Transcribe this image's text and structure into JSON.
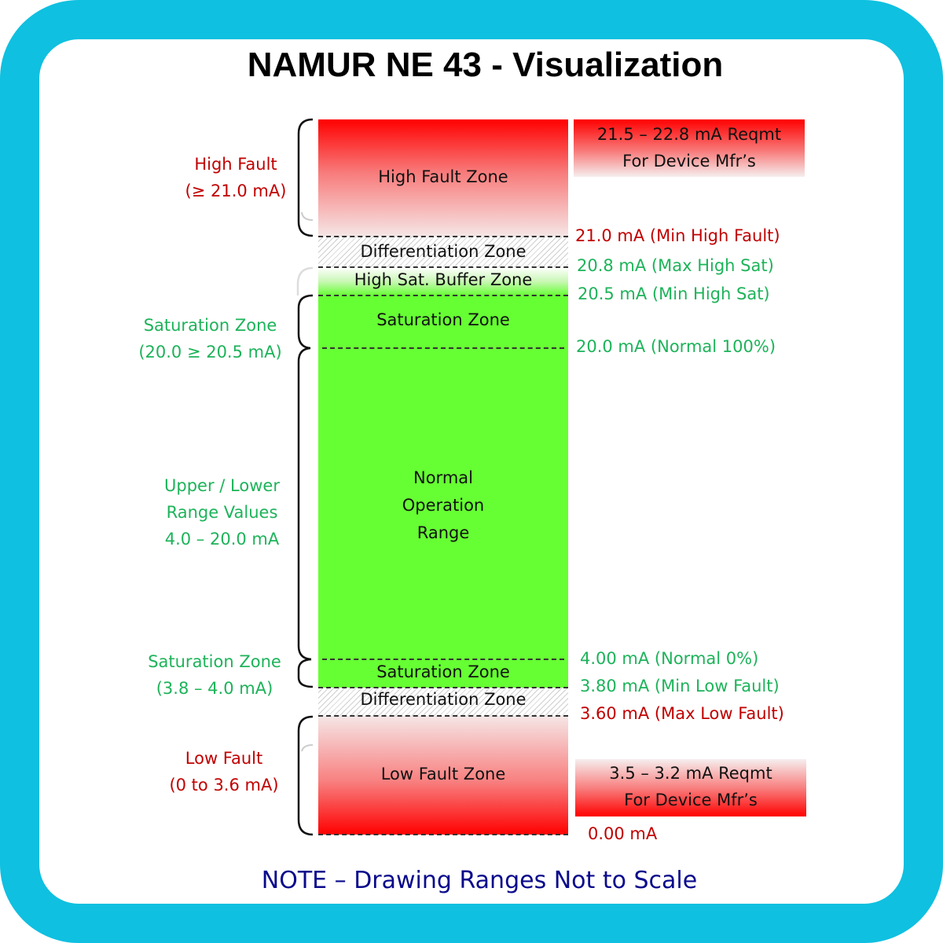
{
  "title": "NAMUR NE 43 - Visualization",
  "colors": {
    "frame": "#0fc0e0",
    "fault_red": "#ff0000",
    "normal_green": "#66ff33",
    "label_green": "#1db35a",
    "label_red": "#c00000",
    "note_blue": "#0a0a8c"
  },
  "zones": {
    "high_fault": "High Fault Zone",
    "differentiation_high": "Differentiation Zone",
    "high_sat_buffer": "High Sat. Buffer Zone",
    "saturation_high": "Saturation Zone",
    "normal": [
      "Normal",
      "Operation",
      "Range"
    ],
    "saturation_low": "Saturation Zone",
    "differentiation_low": "Differentiation Zone",
    "low_fault": "Low Fault Zone"
  },
  "left_labels": {
    "high_fault": [
      "High Fault",
      "(≥ 21.0 mA)"
    ],
    "saturation_high": [
      "Saturation Zone",
      "(20.0 ≥ 20.5 mA)"
    ],
    "normal": [
      "Upper / Lower",
      "Range Values",
      "4.0 – 20.0 mA"
    ],
    "saturation_low": [
      "Saturation Zone",
      "(3.8 – 4.0 mA)"
    ],
    "low_fault": [
      "Low Fault",
      "(0 to 3.6 mA)"
    ]
  },
  "right_labels": {
    "min_high_fault": "21.0 mA (Min High Fault)",
    "max_high_sat": "20.8 mA (Max High Sat)",
    "min_high_sat": "20.5 mA (Min High Sat)",
    "normal_100": "20.0 mA (Normal 100%)",
    "normal_0": "4.00 mA (Normal 0%)",
    "min_low_fault": "3.80 mA (Min Low Fault)",
    "max_low_fault": "3.60 mA (Max Low Fault)",
    "zero": "0.00 mA"
  },
  "requirement_boxes": {
    "high": [
      "21.5 – 22.8 mA Reqmt",
      "For Device Mfr’s"
    ],
    "low": [
      "3.5 – 3.2 mA Reqmt",
      "For Device Mfr’s"
    ]
  },
  "note": "NOTE – Drawing Ranges Not to Scale"
}
